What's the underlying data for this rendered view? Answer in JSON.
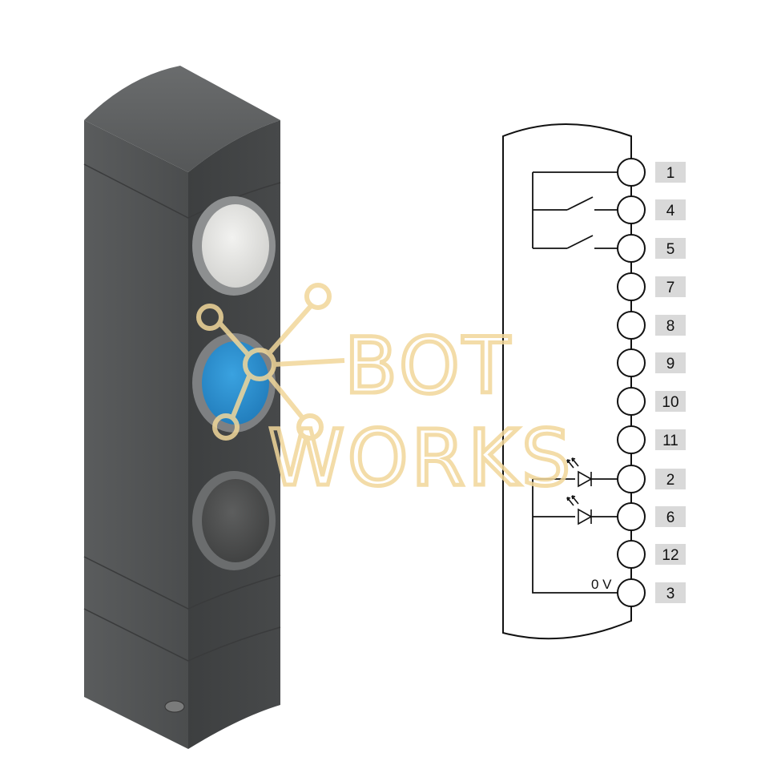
{
  "product": {
    "buttons": [
      {
        "name": "top-button",
        "color": "#e4e4e2"
      },
      {
        "name": "middle-button",
        "color": "#2a8fd0"
      },
      {
        "name": "bottom-button",
        "color": "#4a4b4b"
      }
    ],
    "housing_color": "#4f5152"
  },
  "diagram": {
    "pins": [
      {
        "label": "1"
      },
      {
        "label": "4"
      },
      {
        "label": "5"
      },
      {
        "label": "7"
      },
      {
        "label": "8"
      },
      {
        "label": "9"
      },
      {
        "label": "10"
      },
      {
        "label": "11"
      },
      {
        "label": "2"
      },
      {
        "label": "6"
      },
      {
        "label": "12"
      },
      {
        "label": "3"
      }
    ],
    "ground_label": "0 V",
    "label_box_color": "#d9d9d9"
  },
  "watermark": {
    "line1": "BOT",
    "line2": "WORKS",
    "color": "#f1d79a"
  }
}
